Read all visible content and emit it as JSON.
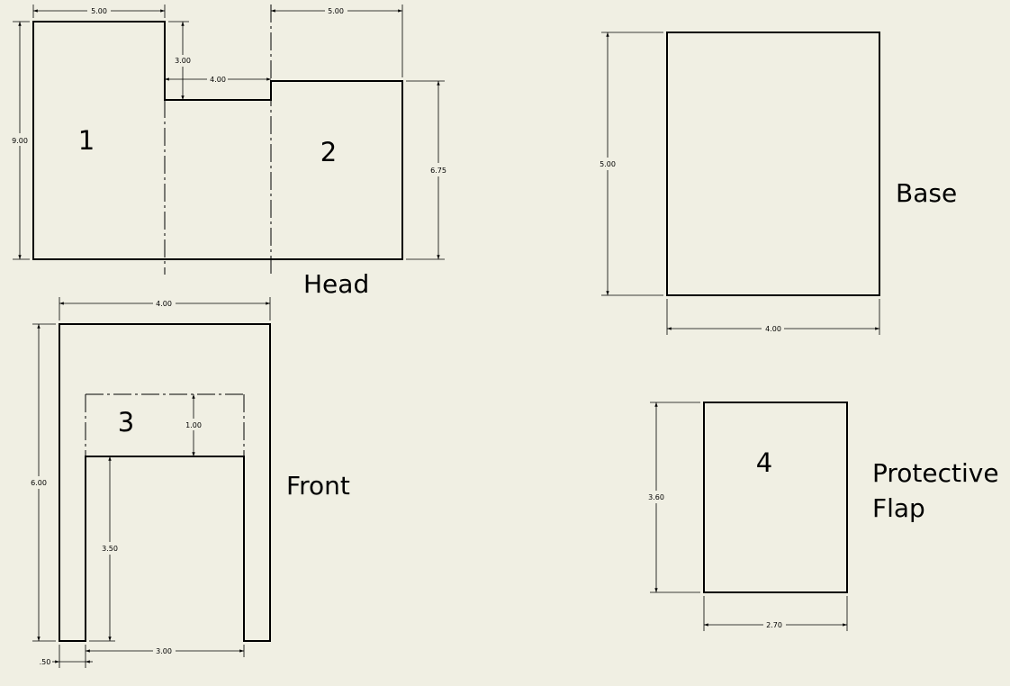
{
  "colors": {
    "background": "#f0efe3",
    "line": "#000000"
  },
  "views": {
    "head": {
      "label": "Head",
      "parts": [
        "1",
        "2"
      ],
      "dims": {
        "top_left_width": "5.00",
        "top_right_width": "5.00",
        "notch_depth": "3.00",
        "notch_width": "4.00",
        "total_height": "9.00",
        "right_height": "6.75"
      }
    },
    "front": {
      "label": "Front",
      "part": "3",
      "dims": {
        "width": "4.00",
        "height": "6.00",
        "top_band": "1.00",
        "leg_height": "3.50",
        "leg_width": ".50",
        "opening_width": "3.00"
      }
    },
    "base": {
      "label": "Base",
      "dims": {
        "height": "5.00",
        "width": "4.00"
      }
    },
    "flap": {
      "label_line1": "Protective",
      "label_line2": "Flap",
      "part": "4",
      "dims": {
        "height": "3.60",
        "width": "2.70"
      }
    }
  }
}
